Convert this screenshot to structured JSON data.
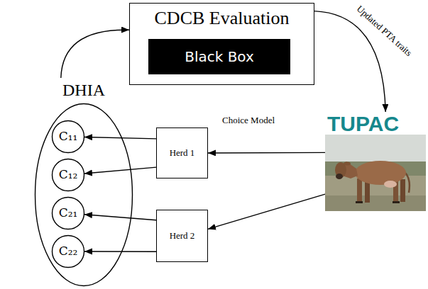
{
  "diagram": {
    "nodes": [
      {
        "text": [
          "CDCB Evaluation"
        ]
      },
      {
        "text": [
          "Black Box"
        ],
        "in": 0
      },
      {
        "text": [
          "DHIA"
        ]
      },
      {
        "text": [
          "C₁₁"
        ],
        "in": 2
      },
      {
        "text": [
          "C₁₂"
        ],
        "in": 2
      },
      {
        "text": [
          "C₂₁"
        ],
        "in": 2
      },
      {
        "text": [
          "C₂₂"
        ],
        "in": 2
      },
      {
        "text": [
          "Herd 1"
        ]
      },
      {
        "text": [
          "Herd 2"
        ]
      },
      {
        "text": [
          "TUPAC"
        ]
      }
    ],
    "edges": [
      {
        "from": 2,
        "to": 0,
        "arrow": "to"
      },
      {
        "from": 0,
        "to": 9,
        "label": "Updated PTA traits",
        "arrow": "to"
      },
      {
        "from": 9,
        "to": 7,
        "arrow": "to"
      },
      {
        "from": 9,
        "to": 8,
        "arrow": "to"
      },
      {
        "from": 7,
        "to": 3,
        "arrow": "to"
      },
      {
        "from": 7,
        "to": 4,
        "arrow": "to"
      },
      {
        "from": 8,
        "to": 5,
        "arrow": "to"
      },
      {
        "from": 8,
        "to": 6,
        "arrow": "to"
      }
    ],
    "labels": [
      "Choice Model"
    ]
  }
}
